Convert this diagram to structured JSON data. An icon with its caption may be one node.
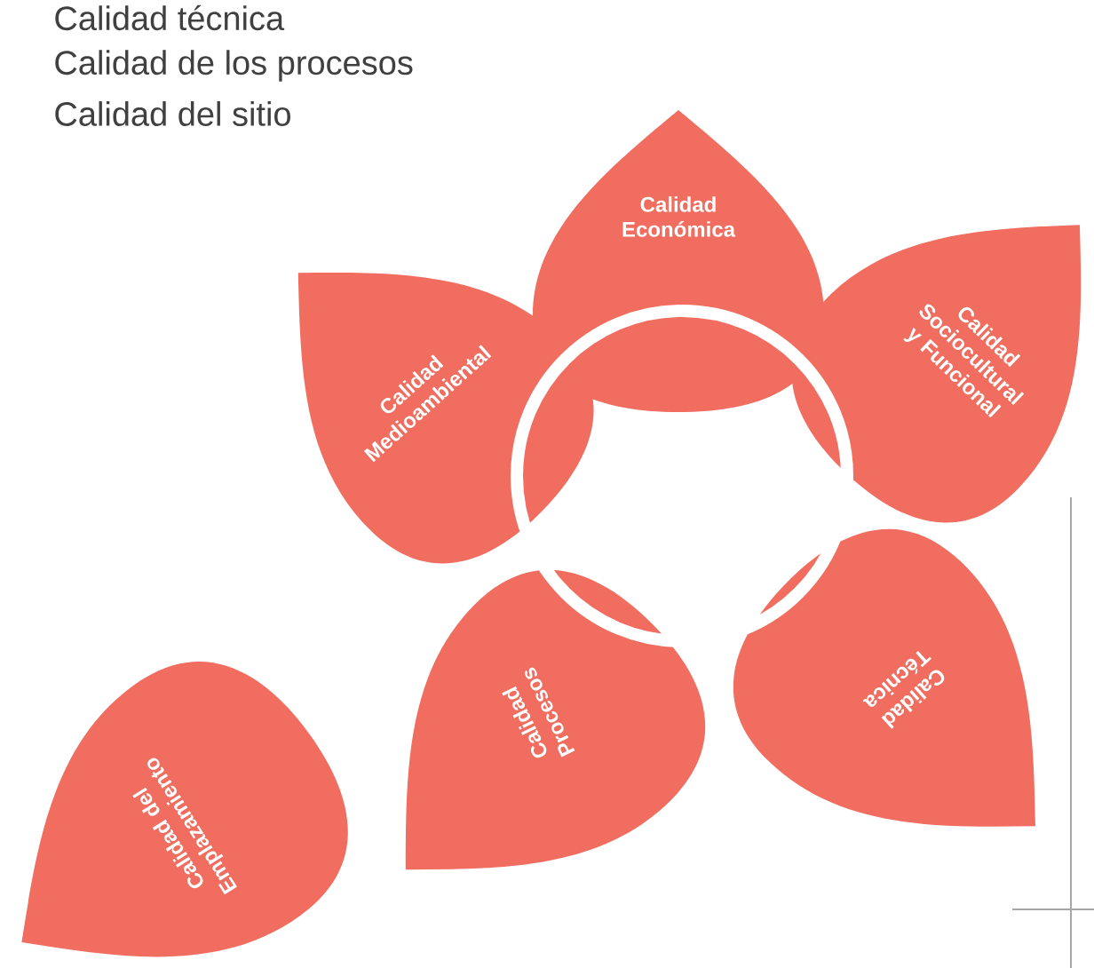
{
  "diagram": {
    "nodes": [
      {
        "text": [
          "Calidad Económica"
        ]
      },
      {
        "text": [
          "Calidad Medioambiental"
        ]
      },
      {
        "text": [
          "Calidad Sociocultural y Funcional"
        ]
      },
      {
        "text": [
          "Calidad Procesos"
        ]
      },
      {
        "text": [
          "Calidad Técnica"
        ]
      },
      {
        "text": [
          "Calidad del Emplazamiento"
        ]
      },
      {
        "text": [],
        "shape": "circle"
      }
    ],
    "labels": [
      "Calidad técnica",
      "Calidad de los procesos",
      "Calidad del sitio"
    ]
  }
}
